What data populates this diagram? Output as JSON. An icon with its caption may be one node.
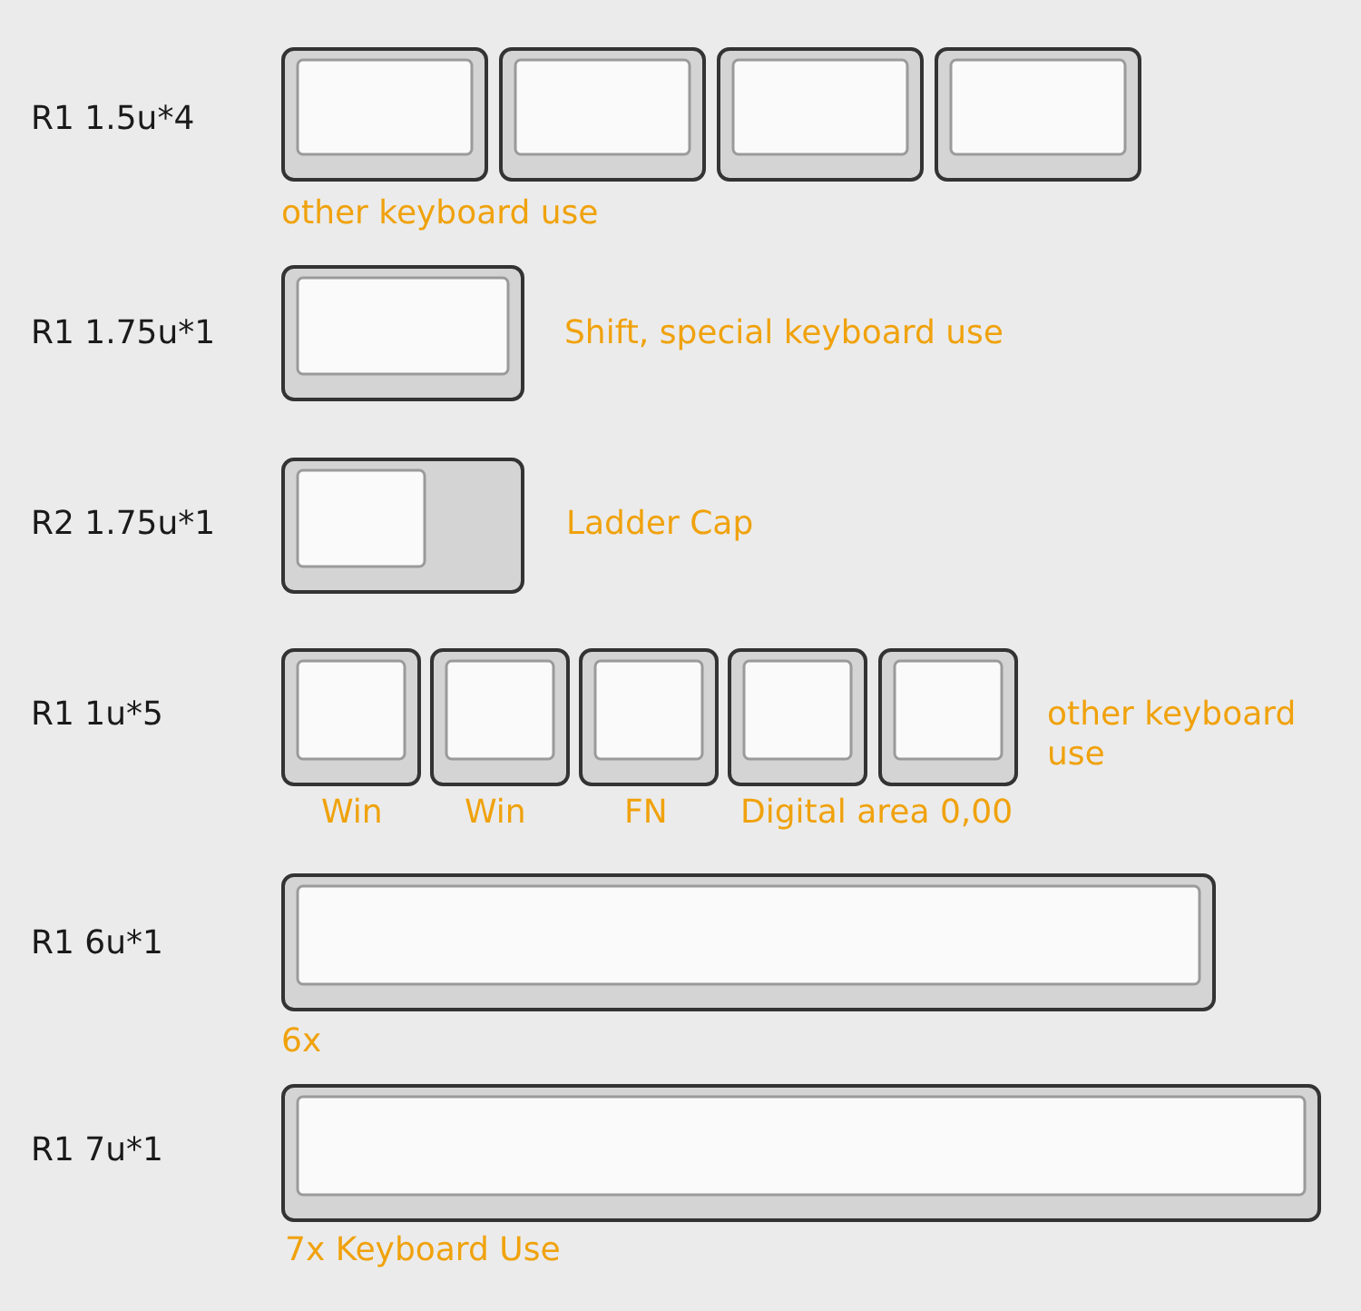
{
  "diagram": {
    "labels": [
      "R1 1.5u*4",
      "other keyboard use",
      "R1 1.75u*1",
      "Shift, special keyboard use",
      "R2 1.75u*1",
      "Ladder Cap",
      "R1 1u*5",
      "other keyboard use",
      "Win",
      "Win",
      "FN",
      "Digital area 0,00",
      "R1 6u*1",
      "6x",
      "R1 7u*1",
      "7x Keyboard Use"
    ]
  }
}
